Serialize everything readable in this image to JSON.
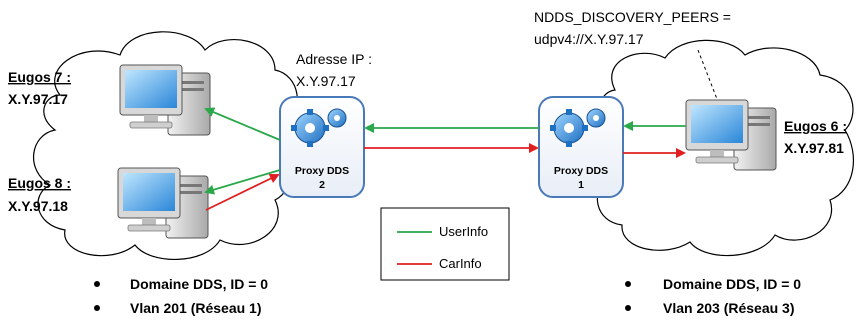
{
  "top_annotation": {
    "line1": "NDDS_DISCOVERY_PEERS =",
    "line2": "udpv4://X.Y.97.17"
  },
  "address_annotation": {
    "line1": "Adresse IP :",
    "line2": "X.Y.97.17"
  },
  "hosts": [
    {
      "name": "Eugos 7 :",
      "ip": "X.Y.97.17"
    },
    {
      "name": "Eugos 8 :",
      "ip": "X.Y.97.18"
    },
    {
      "name": "Eugos 6 :",
      "ip": "X.Y.97.81"
    }
  ],
  "proxies": [
    {
      "line1": "Proxy DDS",
      "line2": "2"
    },
    {
      "line1": "Proxy DDS",
      "line2": "1"
    }
  ],
  "legend": [
    {
      "label": "UserInfo",
      "color": "#2aa84a"
    },
    {
      "label": "CarInfo",
      "color": "#e02020"
    }
  ],
  "networks": {
    "left": [
      "Domaine DDS, ID = 0",
      "Vlan 201 (Réseau 1)"
    ],
    "right": [
      "Domaine DDS, ID = 0",
      "Vlan 203 (Réseau 3)"
    ]
  },
  "colors": {
    "userinfo": "#2aa84a",
    "carinfo": "#e02020",
    "proxy_border": "#4a79b8"
  }
}
